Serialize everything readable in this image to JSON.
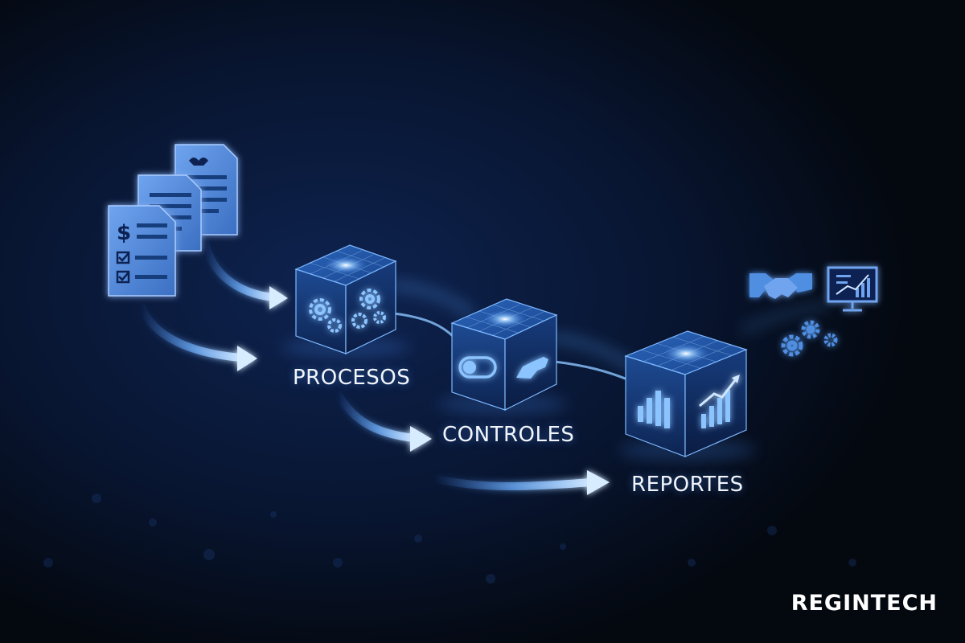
{
  "stages": [
    {
      "label": "PROCESOS"
    },
    {
      "label": "CONTROLES"
    },
    {
      "label": "REPORTES"
    }
  ],
  "icons": {
    "inputs": [
      "dollar-document-icon",
      "document-icon",
      "document-icon"
    ],
    "procesos": [
      "gears-icon"
    ],
    "controles": [
      "toggle-switch-icon",
      "hand-icon"
    ],
    "reportes": [
      "bar-chart-icon",
      "growth-chart-icon"
    ],
    "outputs": [
      "handshake-icon",
      "presentation-board-icon",
      "gears-icon"
    ]
  },
  "brand": {
    "name": "REGINTECH"
  },
  "colors": {
    "background": "#050a17",
    "glow": "#5aa8ff",
    "cube_face": "#16366f",
    "label_text": "#f2f5fb"
  }
}
